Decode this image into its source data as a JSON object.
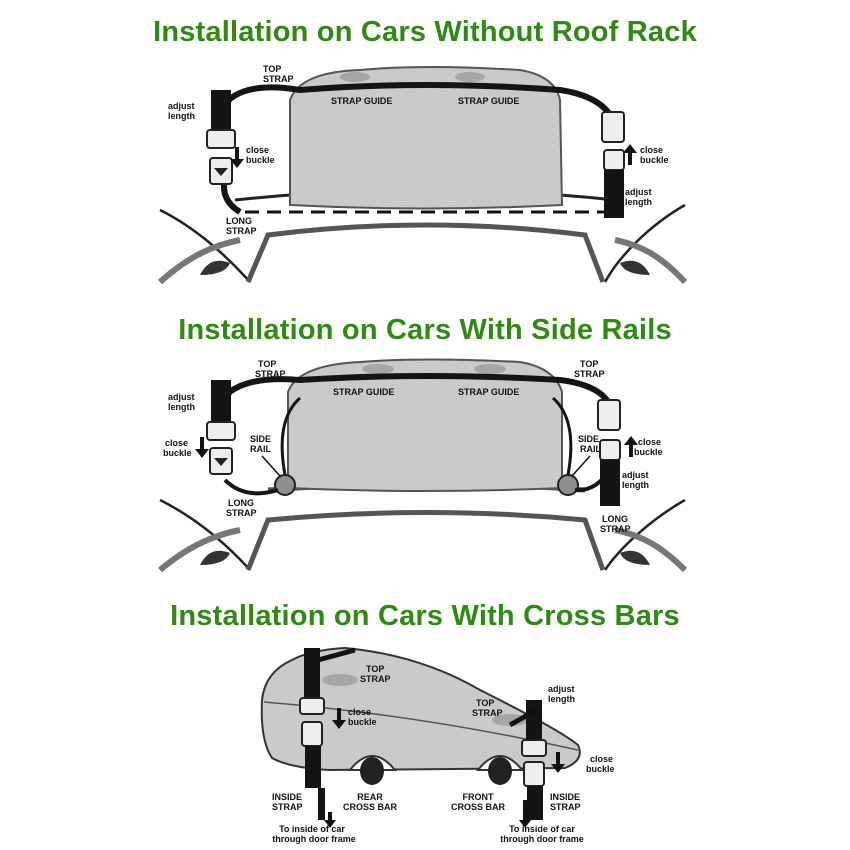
{
  "sections": [
    {
      "title": "Installation on Cars Without Roof Rack",
      "labels": {
        "top_strap": [
          "TOP",
          "STRAP"
        ],
        "strap_guide_left": "STRAP GUIDE",
        "strap_guide_right": "STRAP GUIDE",
        "adjust_left": [
          "adjust",
          "length"
        ],
        "close_left": [
          "close",
          "buckle"
        ],
        "long_strap": [
          "LONG",
          "STRAP"
        ],
        "close_right": [
          "close",
          "buckle"
        ],
        "adjust_right": [
          "adjust",
          "length"
        ]
      }
    },
    {
      "title": "Installation on Cars With Side Rails",
      "labels": {
        "top_strap_left": [
          "TOP",
          "STRAP"
        ],
        "top_strap_right": [
          "TOP",
          "STRAP"
        ],
        "strap_guide_left": "STRAP GUIDE",
        "strap_guide_right": "STRAP GUIDE",
        "adjust_left": [
          "adjust",
          "length"
        ],
        "close_left": [
          "close",
          "buckle"
        ],
        "side_rail_left": [
          "SIDE",
          "RAIL"
        ],
        "side_rail_right": [
          "SIDE",
          "RAIL"
        ],
        "long_strap_left": [
          "LONG",
          "STRAP"
        ],
        "long_strap_right": [
          "LONG",
          "STRAP"
        ],
        "close_right": [
          "close",
          "buckle"
        ],
        "adjust_right": [
          "adjust",
          "length"
        ]
      }
    },
    {
      "title": "Installation on Cars With Cross Bars",
      "labels": {
        "top_strap_left": [
          "TOP",
          "STRAP"
        ],
        "top_strap_right": [
          "TOP",
          "STRAP"
        ],
        "close_left": [
          "close",
          "buckle"
        ],
        "adjust_right": [
          "adjust",
          "length"
        ],
        "close_right": [
          "close",
          "buckle"
        ],
        "inside_left": [
          "INSIDE",
          "STRAP"
        ],
        "inside_right": [
          "INSIDE",
          "STRAP"
        ],
        "rear_bar": [
          "REAR",
          "CROSS BAR"
        ],
        "front_bar": [
          "FRONT",
          "CROSS BAR"
        ],
        "door_left": [
          "To inside of car",
          "through door frame"
        ],
        "door_right": [
          "To inside of car",
          "through door frame"
        ]
      }
    }
  ],
  "colors": {
    "title": "#2f8a12",
    "bag": "#c9cacc",
    "strap": "#141414"
  }
}
